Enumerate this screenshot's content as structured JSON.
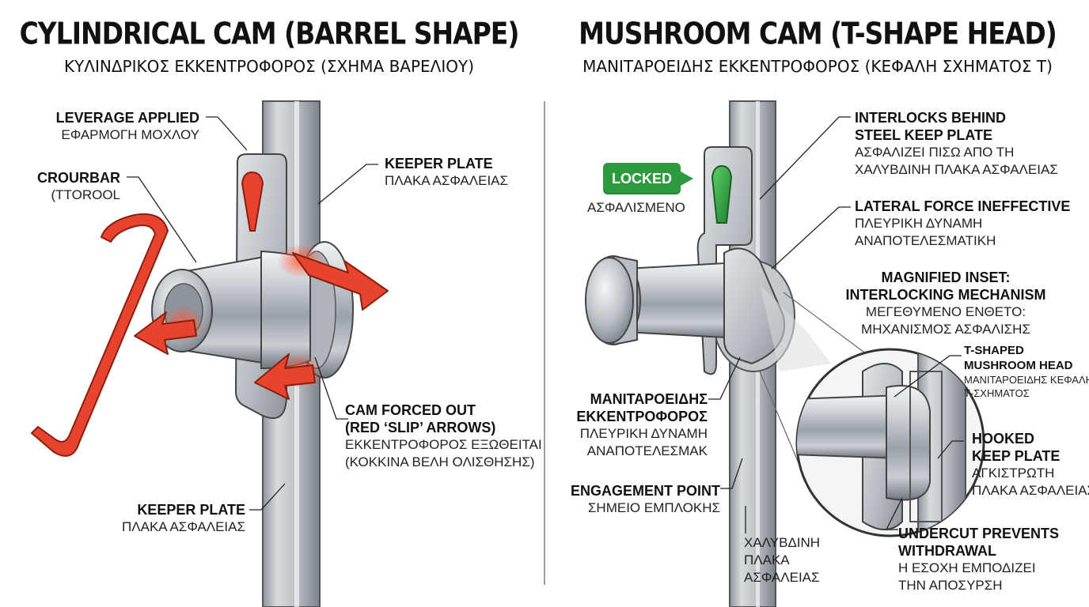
{
  "left": {
    "title": "CYLINDRICAL CAM (BARREL SHAPE)",
    "subtitle": "ΚΥΛΙΝΔΡΙΚΟΣ ΕΚΚΕΝΤΡΟΦΟΡΟΣ (ΣΧΗΜΑ ΒΑΡΕΛΙΟΥ)",
    "leverage": {
      "en": "LEVERAGE APPLIED",
      "gr": "ΕΦΑΡΜΟΓΗ ΜΟΧΛΟΥ"
    },
    "crowbar": {
      "en": "CROURBAR",
      "gr": "(TTOROOL"
    },
    "keeper_top": {
      "en": "KEEPER PLATE",
      "gr": "ΠΛΑΚΑ ΑΣΦΑΛΕΙΑΣ"
    },
    "cam_forced": {
      "en1": "CAM FORCED OUT",
      "en2": "(RED ‘SLIP’ ARROWS)",
      "gr1": "ΕΚΚΕΝΤΡΟΦΟΡΟΣ ΕΞΩΘΕΙΤΑΙ",
      "gr2": "(ΚΟΚΚΙΝΑ ΒΕΛΗ ΟΛΙΣΘΗΣΗΣ)"
    },
    "keeper_bottom": {
      "en": "KEEPER PLATE",
      "gr": "ΠΛΑΚΑ ΑΣΦΑΛΕΙΑΣ"
    }
  },
  "right": {
    "title": "MUSHROOM CAM (T-SHAPE HEAD)",
    "subtitle": "ΜΑΝΙΤΑΡΟΕΙΔΗΣ ΕΚΚΕΝΤΡΟΦΟΡΟΣ (ΚΕΦΑΛΗ ΣΧΗΜΑΤΟΣ Τ)",
    "locked_badge": "LOCKED",
    "locked_gr": "ΑΣΦΑΛΙΣΜΕΝΟ",
    "interlocks": {
      "en1": "INTERLOCKS BEHIND",
      "en2": "STEEL KEEP PLATE",
      "gr1": "ΑΣΦΑΛΙΖΕΙ ΠΙΣΩ ΑΠΟ ΤΗ",
      "gr2": "ΧΑΛΥΒΔΙΝΗ ΠΛΑΚΑ ΑΣΦΑΛΕΙΑΣ"
    },
    "lateral": {
      "en": "LATERAL FORCE INEFFECTIVE",
      "gr1": "ΠΛΕΥΡΙΚΗ ΔΥΝΑΜΗ",
      "gr2": "ΑΝΑΠΟΤΕΛΕΣΜΑΤΙΚΗ"
    },
    "inset": {
      "en1": "MAGNIFIED INSET:",
      "en2": "INTERLOCKING MECHANISM",
      "gr1": "ΜΕΓΕΘΥΜΕΝΟ ΕΝΘΕΤΟ:",
      "gr2": "ΜΗΧΑΝΙΣΜΟΣ ΑΣΦΑΛΙΣΗΣ"
    },
    "tshaped": {
      "en1": "T-SHAPED",
      "en2": "MUSHROOM HEAD",
      "gr1": "ΜΑΝΙΤΑΡΟΕΙΔΗΣ ΚΕΦΑΛΗ",
      "gr2": "Τ-ΣΧΗΜΑΤΟΣ"
    },
    "mushroom": {
      "en1": "ΜΑΝΙΤΑΡΟΕΙΔΗΣ",
      "en2": "ΕΚΚΕΝΤΡΟΦΟΡΟΣ",
      "gr1": "ΠΛΕΥΡΙΚΗ ΔΥΝΑΜΗ",
      "gr2": "ΑΝΑΠΟΤΕΛΕΣΜΑΚ"
    },
    "hooked": {
      "en1": "HOOKED",
      "en2": "KEEP PLATE",
      "gr1": "ΑΓΚΙΣΤΡΩΤΗ",
      "gr2": "ΠΛΑΚΑ ΑΣΦΑΛΕΙΑΣ"
    },
    "engagement": {
      "en": "ENGAGEMENT POINT",
      "gr": "ΣΗΜΕΙΟ ΕΜΠΛΟΚΗΣ"
    },
    "steel_plate": {
      "gr1": "ΧΑΛΥΒΔΙΝΗ",
      "gr2": "ΠΛΑΚΑ",
      "gr3": "ΑΣΦΑΛΕΙΑΣ"
    },
    "undercut": {
      "en1": "UNDERCUT PREVENTS",
      "en2": "WITHDRAWAL",
      "gr1": "Η ΕΣΟΧΗ ΕΜΠΟΔΙΖΕΙ",
      "gr2": "ΤΗΝ ΑΠΟΣΥΡΣΗ"
    }
  },
  "colors": {
    "red": "#e8432d",
    "green": "#2e9a3e",
    "steel": "#b9bec4"
  }
}
